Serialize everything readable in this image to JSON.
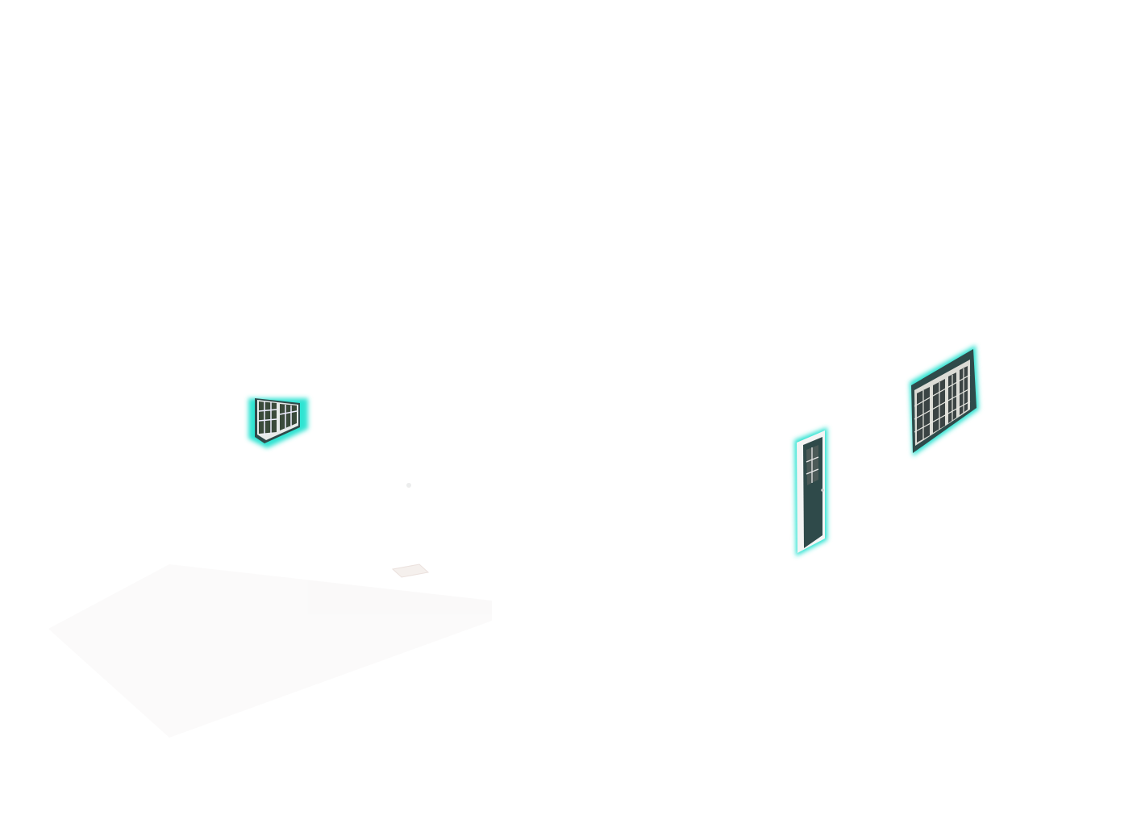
{
  "scene": {
    "background": "#ffffff",
    "highlight_color": "#2fe3d2",
    "objects": [
      {
        "type": "window",
        "icon": "window-icon",
        "frame_color": "#2f4a4a",
        "state": "highlighted"
      },
      {
        "type": "door",
        "icon": "door-icon",
        "frame_color": "#2f4a4a",
        "state": "highlighted"
      },
      {
        "type": "window-large",
        "icon": "window-icon",
        "frame_color": "#2f4a4a",
        "state": "highlighted"
      }
    ]
  }
}
